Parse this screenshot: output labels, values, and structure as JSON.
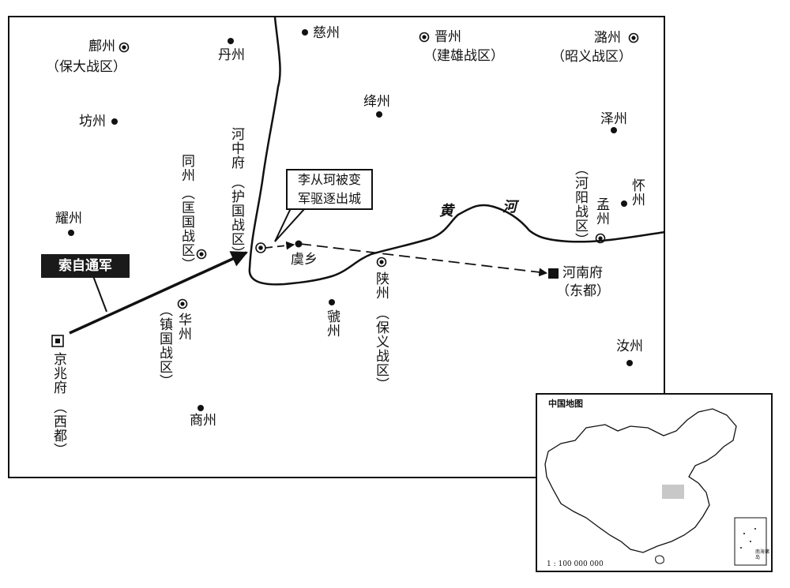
{
  "places": {
    "fuzhou": "鄜州",
    "baoda": "（保大战区）",
    "danzhou": "丹州",
    "cizhou": "慈州",
    "jinzhou": "晋州",
    "jianxiong": "（建雄战区）",
    "luzhou": "潞州",
    "zhaoyi": "（昭义战区）",
    "fangzhou": "坊州",
    "jiangzhou": "绛州",
    "zezhou": "泽州",
    "hezhongfu": "河中府",
    "huguo": "（护国战区）",
    "tongzhou": "同州",
    "kuangguo": "（匡国战区）",
    "heyang": "（河阳战区）",
    "mengzhou": "孟州",
    "huaizhou": "怀州",
    "yaozhou": "耀州",
    "yuxiang": "虞乡",
    "shanzhou": "陕州",
    "baoyi": "（保义战区）",
    "henanfu": "河南府",
    "dongdu": "（东都）",
    "huazhou": "华州",
    "zhenguo": "（镇国战区）",
    "guozhou": "虢州",
    "jingzhaofu": "京兆府",
    "xidu": "（西都）",
    "ruzhou": "汝州",
    "shangzhou": "商州"
  },
  "rivers": {
    "huang": "黄",
    "he": "河"
  },
  "event": {
    "line1": "李从珂被变",
    "line2": "军驱逐出城"
  },
  "army": {
    "label": "索自通军"
  },
  "inset": {
    "title": "中国地图",
    "scale": "1 : 100 000 000",
    "islands": "南海诸岛"
  },
  "colors": {
    "line": "#111111",
    "highlight": "#c8c8c8",
    "army_bg": "#1a1a1a"
  },
  "icons": {
    "city": "dot-icon",
    "prefecture": "circled-dot-icon",
    "capital": "filled-square-icon",
    "western_capital": "boxed-square-icon"
  }
}
